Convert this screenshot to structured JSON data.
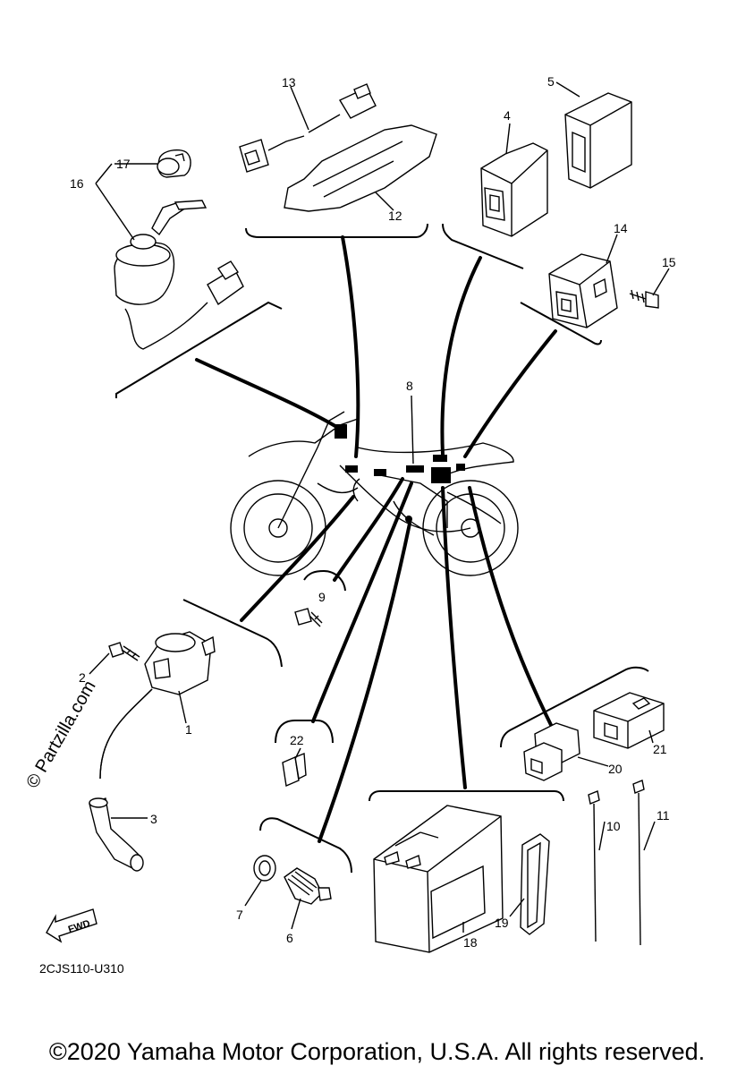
{
  "callouts": {
    "p1": "1",
    "p2": "2",
    "p3": "3",
    "p4": "4",
    "p5": "5",
    "p6": "6",
    "p7": "7",
    "p8": "8",
    "p9": "9",
    "p10": "10",
    "p11": "11",
    "p12": "12",
    "p13": "13",
    "p14": "14",
    "p15": "15",
    "p16": "16",
    "p17": "17",
    "p18": "18",
    "p19": "19",
    "p20": "20",
    "p21": "21",
    "p22": "22"
  },
  "fwd_label": "FWD",
  "diagram_code": "2CJS110-U310",
  "watermark": "© Partzilla.com",
  "copyright": "©2020 Yamaha Motor Corporation, U.S.A. All rights reserved."
}
